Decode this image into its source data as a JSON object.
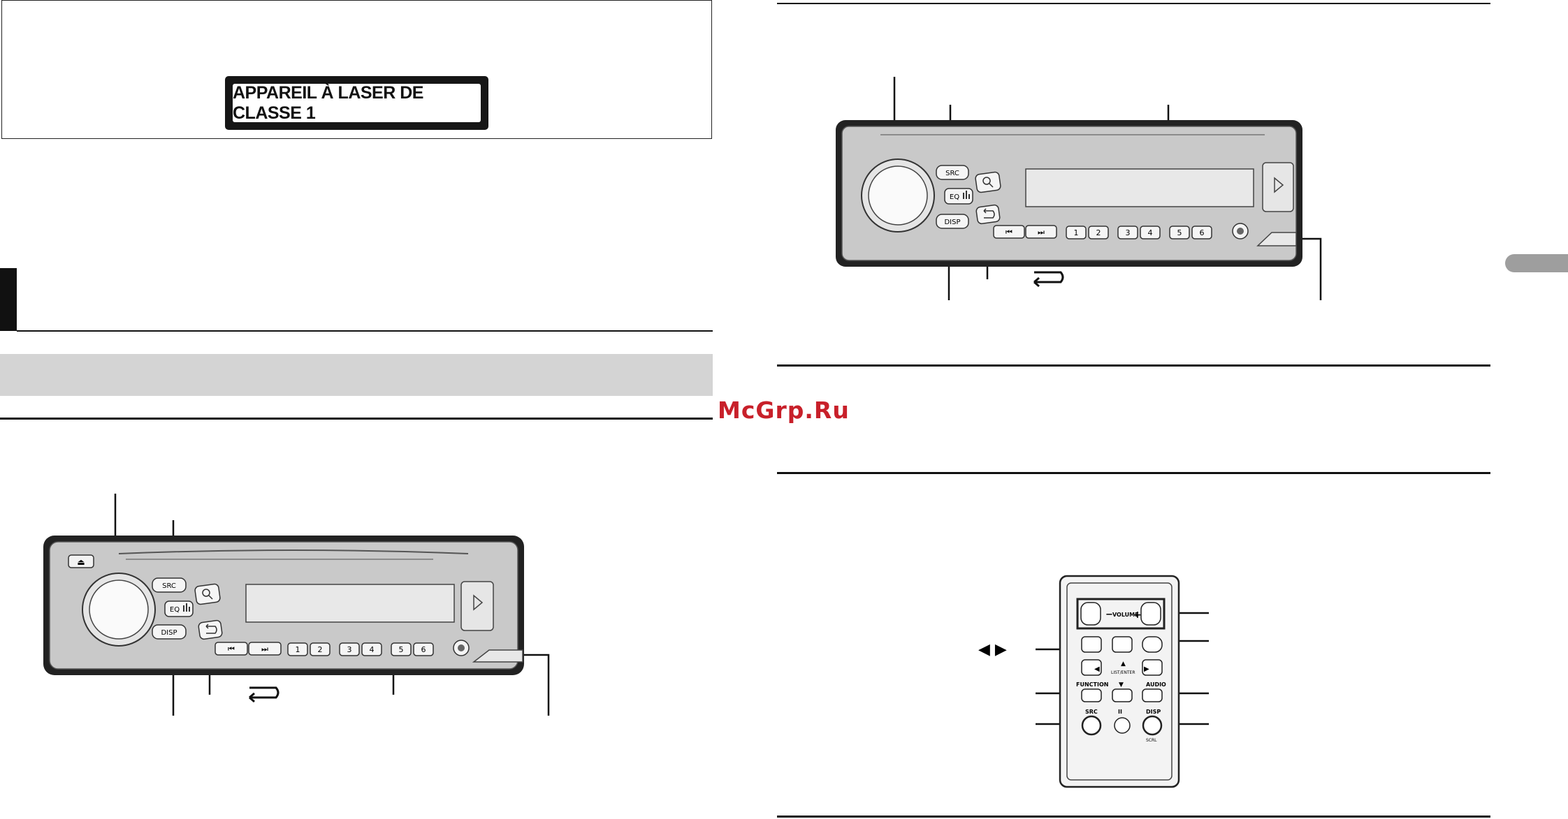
{
  "laser_label": "APPAREIL À LASER DE CLASSE 1",
  "watermark": "McGrp.Ru",
  "unit_buttons": {
    "src": "SRC",
    "eq": "EQ",
    "disp": "DISP",
    "prev": "⏮",
    "next": "⏭",
    "presets": [
      "1",
      "2",
      "3",
      "4",
      "5",
      "6"
    ],
    "eject": "⏏"
  },
  "remote": {
    "volume": "VOLUME",
    "minus": "−",
    "plus": "+",
    "list_enter": "LIST/ENTER",
    "function": "FUNCTION",
    "audio": "AUDIO",
    "src": "SRC",
    "disp": "DISP",
    "scrl": "SCRL",
    "pause": "II"
  },
  "arrows_label": "◀  ▶"
}
